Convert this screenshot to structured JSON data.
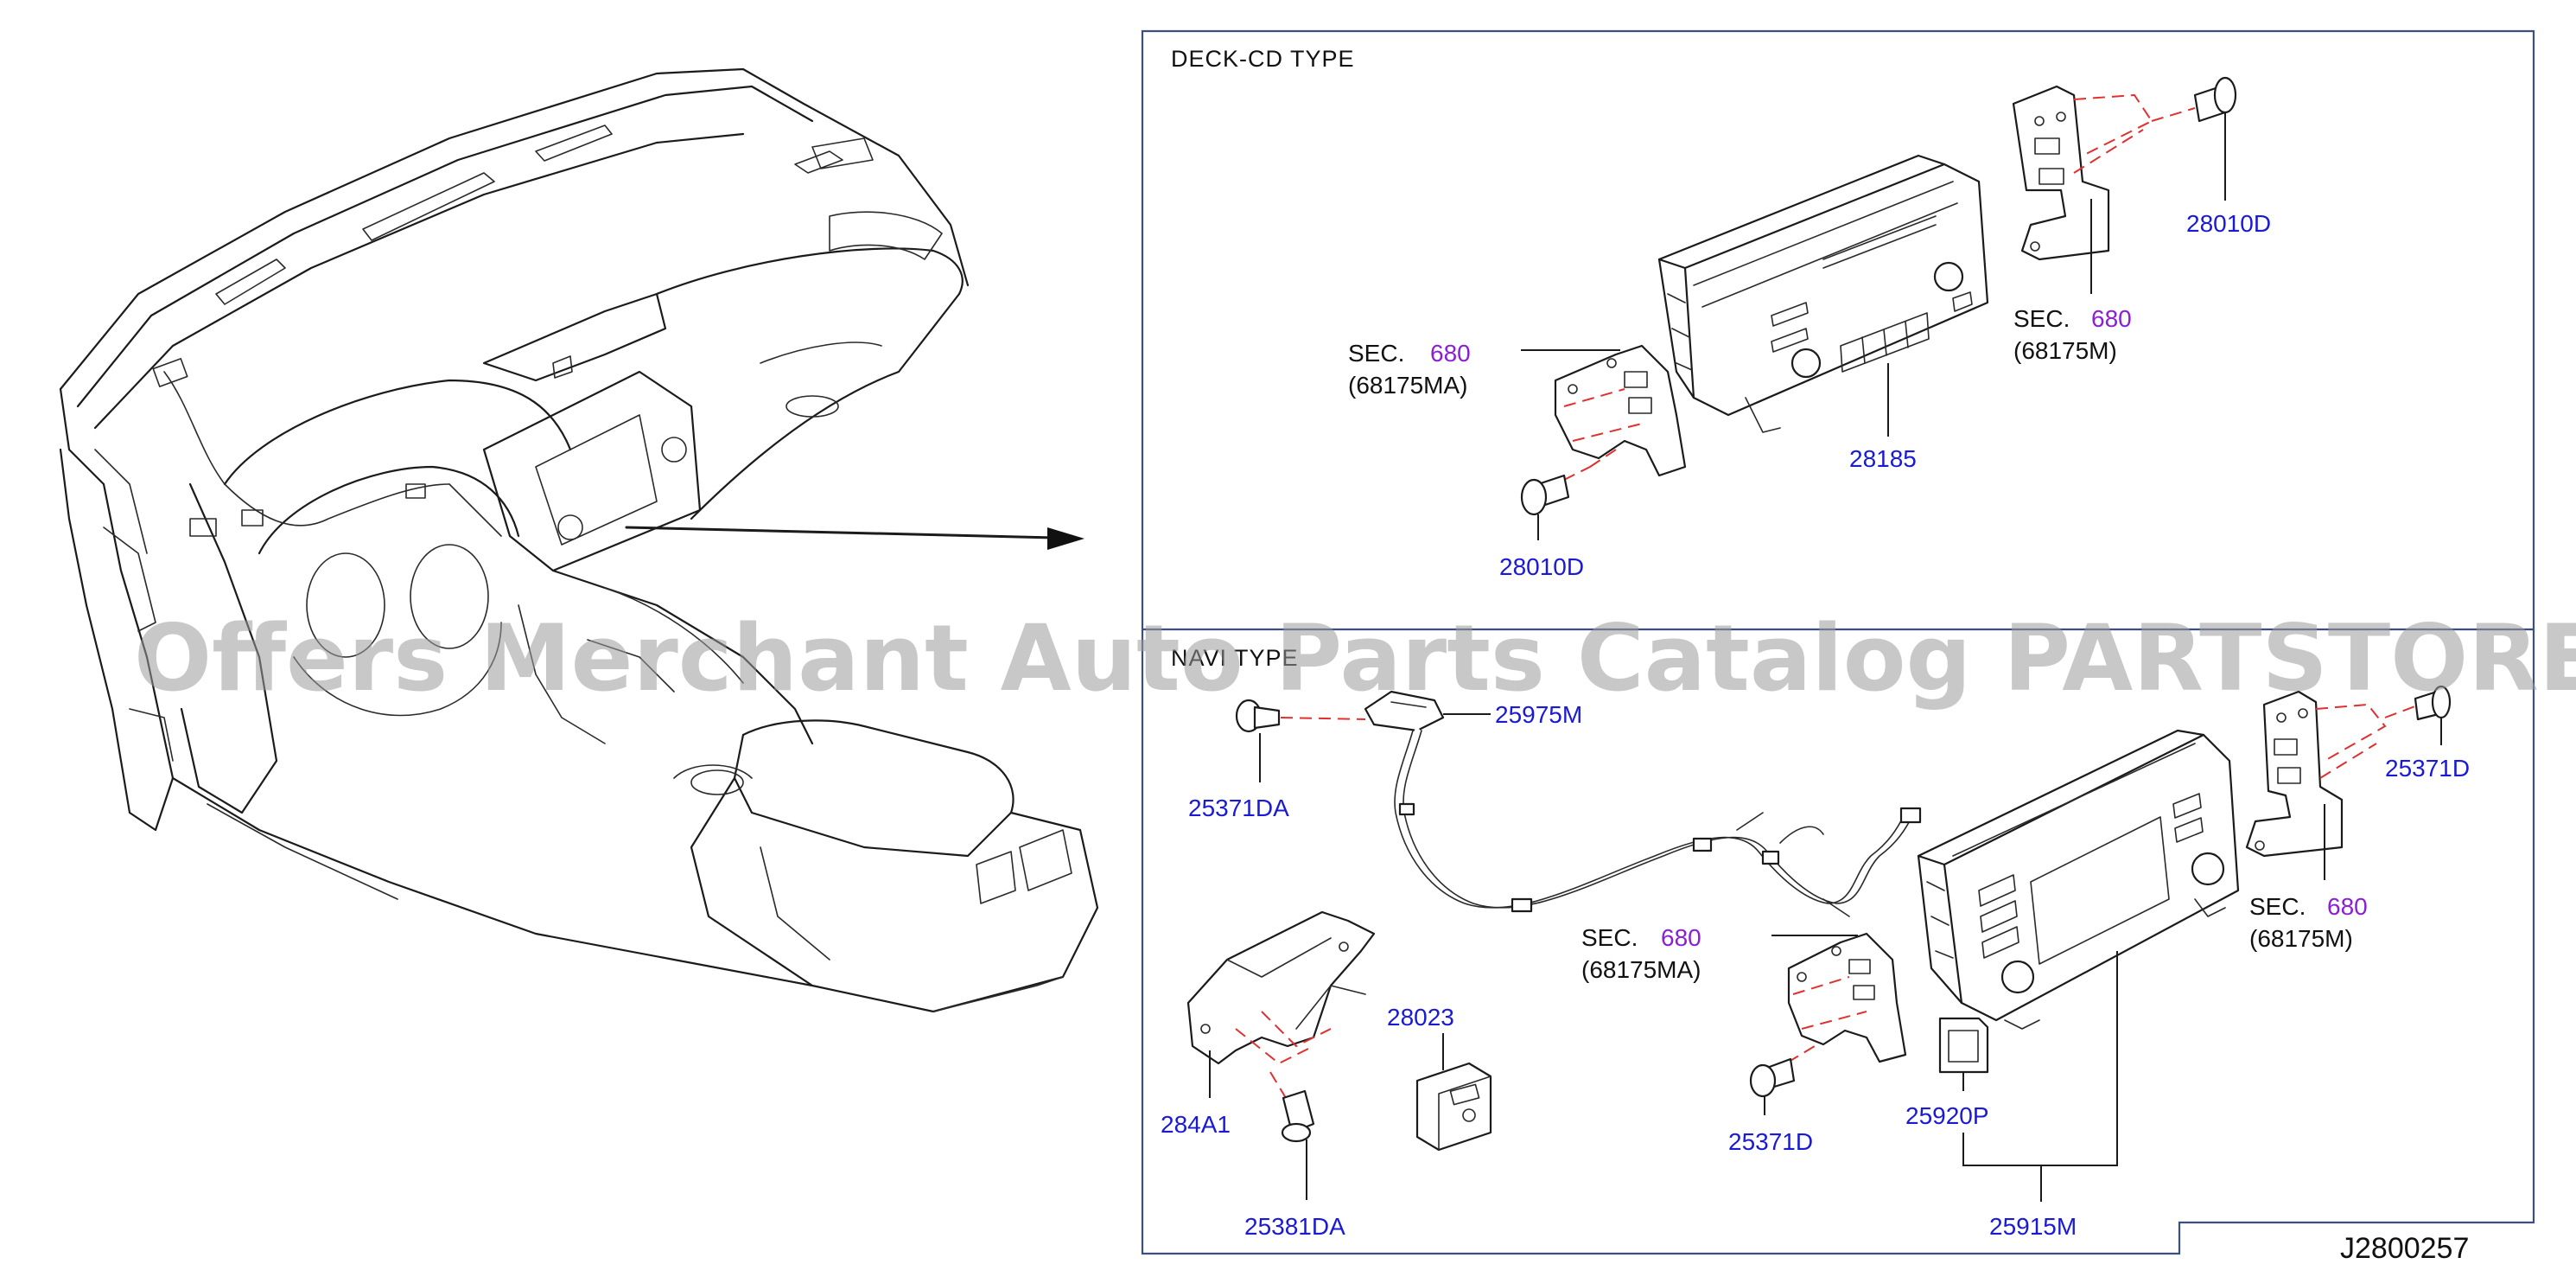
{
  "sections": {
    "deck_cd_title": "DECK-CD   TYPE",
    "navi_title": "NAVI TYPE"
  },
  "labels": {
    "p28010D_top": "28010D",
    "sec680_deck_right_sec": "SEC.",
    "sec680_deck_right_num": "680",
    "sec680_deck_right_ref": "(68175M)",
    "sec680_deck_left_sec": "SEC.",
    "sec680_deck_left_num": "680",
    "sec680_deck_left_ref": "(68175MA)",
    "p28185": "28185",
    "p28010D_bottom": "28010D",
    "p25975M": "25975M",
    "p25371DA": "25371DA",
    "p25371D_right": "25371D",
    "sec680_navi_right_sec": "SEC.",
    "sec680_navi_right_num": "680",
    "sec680_navi_right_ref": "(68175M)",
    "sec680_navi_left_sec": "SEC.",
    "sec680_navi_left_num": "680",
    "sec680_navi_left_ref": "(68175MA)",
    "p28023": "28023",
    "p284A1": "284A1",
    "p25381DA": "25381DA",
    "p25371D_bottom": "25371D",
    "p25920P": "25920P",
    "p25915M": "25915M",
    "diagram_code": "J2800257"
  },
  "watermark": "Offers Merchant Auto Parts Catalog PARTSTORE.SA",
  "colors": {
    "part_number": "#1a1ad6",
    "section_number": "#8a1fd6",
    "dashed_guide": "#e03030",
    "frame": "#3d4f80"
  }
}
